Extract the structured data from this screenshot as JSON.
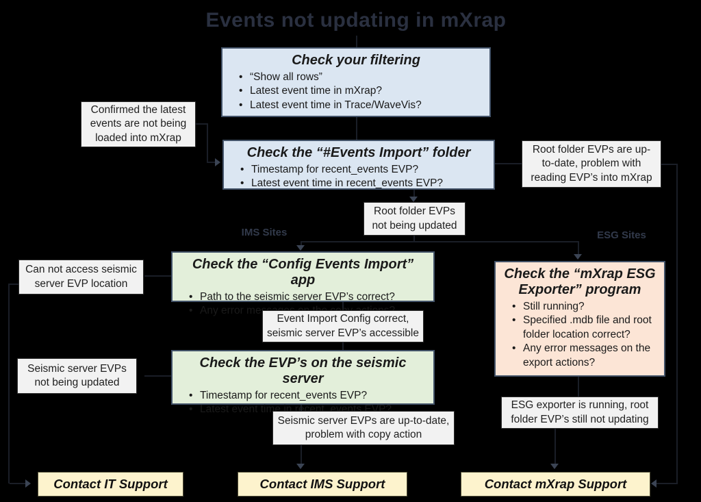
{
  "page": {
    "title": "Events not updating in mXrap"
  },
  "colors": {
    "background": "#000000",
    "step_blue": "#dbe6f2",
    "step_green": "#e3efda",
    "step_orange": "#fce5d6",
    "note_gray": "#f2f2f2",
    "outcome_yellow": "#fdf3cd",
    "box_border": "#44546a"
  },
  "flow": {
    "steps": [
      {
        "title": "Check your filtering",
        "bullets": [
          "“Show all rows”",
          "Latest event time in mXrap?",
          "Latest event time in Trace/WaveVis?"
        ]
      },
      {
        "title": "Check the “#Events Import” folder",
        "bullets": [
          "Timestamp for recent_events EVP?",
          "Latest event time in recent_events EVP?"
        ]
      },
      {
        "title": "Check the “Config Events Import” app",
        "bullets": [
          "Path to the seismic server EVP’s correct?",
          "Any error messages on the copy actions?"
        ]
      },
      {
        "title": "Check the EVP’s on the seismic server",
        "bullets": [
          "Timestamp for recent_events EVP?",
          "Latest event time in recent_events EVP?"
        ]
      },
      {
        "title": "Check the “mXrap ESG Exporter” program",
        "bullets": [
          "Still running?",
          "Specified .mdb file and root folder location correct?",
          "Any error messages on the export actions?"
        ]
      }
    ],
    "notes": {
      "confirmed": "Confirmed the latest events are not being loaded into mXrap",
      "root_uptodate": "Root folder EVPs are up-to-date, problem with reading EVP’s into mXrap",
      "root_not_updated": "Root folder EVPs not being updated",
      "cannot_access": "Can not access seismic server EVP location",
      "config_correct": "Event Import Config correct, seismic server EVP’s accessible",
      "seismic_not_updated": "Seismic server EVPs not being updated",
      "seismic_uptodate": "Seismic server EVPs are up-to-date, problem with copy action",
      "esg_running": "ESG exporter is running, root folder EVP’s still not updating"
    },
    "branches": {
      "ims": "IMS Sites",
      "esg": "ESG Sites"
    },
    "outcomes": [
      "Contact IT Support",
      "Contact IMS Support",
      "Contact mXrap Support"
    ]
  }
}
